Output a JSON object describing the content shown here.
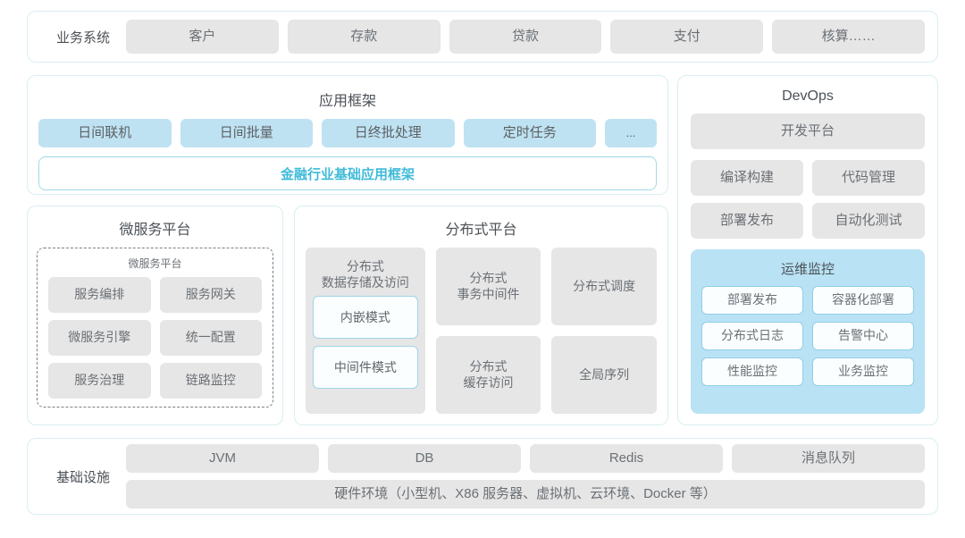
{
  "business_system": {
    "label": "业务系统",
    "items": [
      "客户",
      "存款",
      "贷款",
      "支付",
      "核算……"
    ]
  },
  "app_framework": {
    "title": "应用框架",
    "tags": [
      "日间联机",
      "日间批量",
      "日终批处理",
      "定时任务",
      "..."
    ],
    "banner": "金融行业基础应用框架",
    "banner_color": "#3fbad8"
  },
  "microservice_platform": {
    "title": "微服务平台",
    "inner_title": "微服务平台",
    "items": [
      "服务编排",
      "服务网关",
      "微服务引擎",
      "统一配置",
      "服务治理",
      "链路监控"
    ]
  },
  "distributed_platform": {
    "title": "分布式平台",
    "storage": {
      "title": "分布式\n数据存储及访问",
      "modes": [
        "内嵌模式",
        "中间件模式"
      ]
    },
    "col2": [
      "分布式\n事务中间件",
      "分布式\n缓存访问"
    ],
    "col3": [
      "分布式调度",
      "全局序列"
    ]
  },
  "devops": {
    "title": "DevOps",
    "platform": "开发平台",
    "items": [
      "编译构建",
      "代码管理",
      "部署发布",
      "自动化测试"
    ],
    "ops": {
      "title": "运维监控",
      "items": [
        "部署发布",
        "容器化部署",
        "分布式日志",
        "告警中心",
        "性能监控",
        "业务监控"
      ],
      "bg_color": "#b9e2f5"
    }
  },
  "infrastructure": {
    "label": "基础设施",
    "items": [
      "JVM",
      "DB",
      "Redis",
      "消息队列"
    ],
    "hardware": "硬件环境（小型机、X86 服务器、虚拟机、云环境、Docker 等）"
  },
  "theme": {
    "card_border": "#d9eef3",
    "chip_gray": "#e6e6e6",
    "chip_blue": "#bfe2f2"
  }
}
